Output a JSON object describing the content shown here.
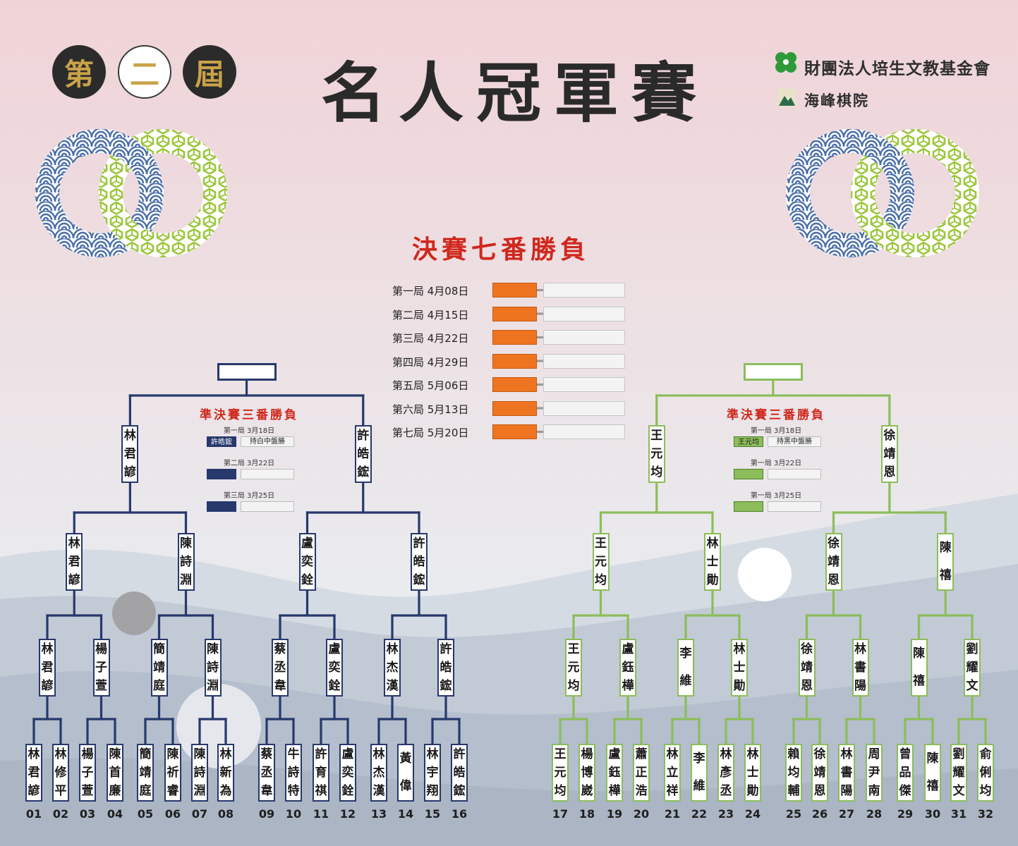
{
  "header": {
    "edition": [
      "第",
      "二",
      "屆"
    ],
    "title": "名人冠軍賽",
    "organizer": "財團法人培生文教基金會",
    "venue": "海峰棋院"
  },
  "colors": {
    "left_bracket": "#27386c",
    "right_bracket": "#8cbd5a",
    "final_marker": "#ee741f",
    "title_red": "#d0281d"
  },
  "final": {
    "title": "決賽七番勝負",
    "games": [
      {
        "label": "第一局 4月08日"
      },
      {
        "label": "第二局 4月15日"
      },
      {
        "label": "第三局 4月22日"
      },
      {
        "label": "第四局 4月29日"
      },
      {
        "label": "第五局 5月06日"
      },
      {
        "label": "第六局 5月13日"
      },
      {
        "label": "第七局 5月20日"
      }
    ]
  },
  "semifinals": [
    {
      "side": "left",
      "title": "準決賽三番勝負",
      "games": [
        {
          "label": "第一局 3月18日",
          "winner": "許皓鋐",
          "result": "持白中盤勝"
        },
        {
          "label": "第二局 3月22日",
          "winner": "",
          "result": ""
        },
        {
          "label": "第三局 3月25日",
          "winner": "",
          "result": ""
        }
      ]
    },
    {
      "side": "right",
      "title": "準決賽三番勝負",
      "games": [
        {
          "label": "第一局 3月18日",
          "winner": "王元均",
          "result": "持黑中盤勝"
        },
        {
          "label": "第一局 3月22日",
          "winner": "",
          "result": ""
        },
        {
          "label": "第一局 3月25日",
          "winner": "",
          "result": ""
        }
      ]
    }
  ],
  "players": [
    {
      "seed": "01",
      "name": "林君諺"
    },
    {
      "seed": "02",
      "name": "林修平"
    },
    {
      "seed": "03",
      "name": "楊子萱"
    },
    {
      "seed": "04",
      "name": "陳首廉"
    },
    {
      "seed": "05",
      "name": "簡靖庭"
    },
    {
      "seed": "06",
      "name": "陳祈睿"
    },
    {
      "seed": "07",
      "name": "陳詩淵"
    },
    {
      "seed": "08",
      "name": "林新為"
    },
    {
      "seed": "09",
      "name": "蔡丞韋"
    },
    {
      "seed": "10",
      "name": "牛詩特"
    },
    {
      "seed": "11",
      "name": "許育祺"
    },
    {
      "seed": "12",
      "name": "盧奕銓"
    },
    {
      "seed": "13",
      "name": "林杰漢"
    },
    {
      "seed": "14",
      "name": "黃偉"
    },
    {
      "seed": "15",
      "name": "林宇翔"
    },
    {
      "seed": "16",
      "name": "許皓鋐"
    },
    {
      "seed": "17",
      "name": "王元均"
    },
    {
      "seed": "18",
      "name": "楊博崴"
    },
    {
      "seed": "19",
      "name": "盧鈺樺"
    },
    {
      "seed": "20",
      "name": "蕭正浩"
    },
    {
      "seed": "21",
      "name": "林立祥"
    },
    {
      "seed": "22",
      "name": "李維"
    },
    {
      "seed": "23",
      "name": "林彥丞"
    },
    {
      "seed": "24",
      "name": "林士勛"
    },
    {
      "seed": "25",
      "name": "賴均輔"
    },
    {
      "seed": "26",
      "name": "徐靖恩"
    },
    {
      "seed": "27",
      "name": "林書陽"
    },
    {
      "seed": "28",
      "name": "周尹南"
    },
    {
      "seed": "29",
      "name": "曾品傑"
    },
    {
      "seed": "30",
      "name": "陳禧"
    },
    {
      "seed": "31",
      "name": "劉耀文"
    },
    {
      "seed": "32",
      "name": "俞俐均"
    }
  ],
  "round2": [
    "林君諺",
    "楊子萱",
    "簡靖庭",
    "陳詩淵",
    "蔡丞韋",
    "盧奕銓",
    "林杰漢",
    "許皓鋐",
    "王元均",
    "盧鈺樺",
    "李維",
    "林士勛",
    "徐靖恩",
    "林書陽",
    "陳禧",
    "劉耀文"
  ],
  "round3": [
    "林君諺",
    "陳詩淵",
    "盧奕銓",
    "許皓鋐",
    "王元均",
    "林士勛",
    "徐靖恩",
    "陳禧"
  ],
  "round4": [
    "林君諺",
    "許皓鋐",
    "王元均",
    "徐靖恩"
  ],
  "round5": [
    "",
    ""
  ]
}
